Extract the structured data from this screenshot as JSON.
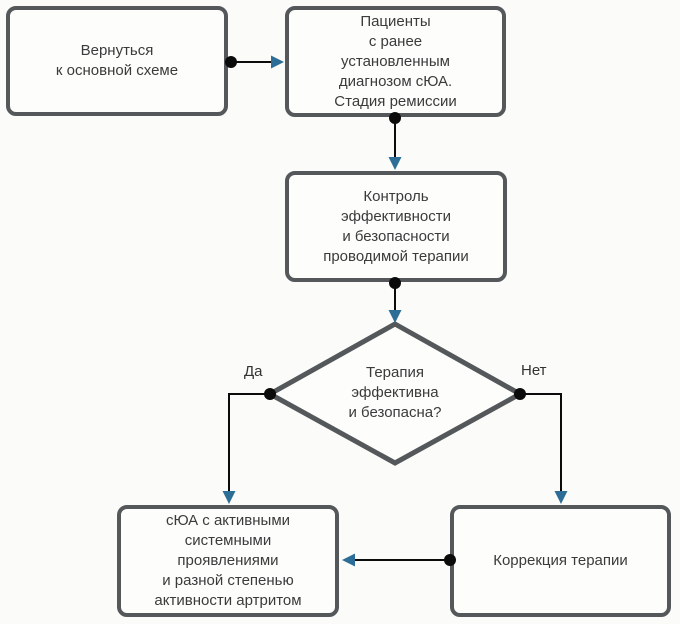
{
  "flowchart": {
    "nodes": {
      "return_to_main": {
        "label": "Вернуться\nк основной схеме"
      },
      "patients": {
        "label": "Пациенты\nс ранее\nустановленным\nдиагнозом сЮА.\nСтадия ремиссии"
      },
      "monitoring": {
        "label": "Контроль\nэффективности\nи безопасности\nпроводимой терапии"
      },
      "decision": {
        "label": "Терапия\nэффективна\nи безопасна?"
      },
      "active_sjia": {
        "label": "сЮА с активными\nсистемными\nпроявлениями\nи разной степенью\nактивности артритом"
      },
      "therapy_correction": {
        "label": "Коррекция терапии"
      }
    },
    "branch_labels": {
      "yes": "Да",
      "no": "Нет"
    },
    "colors": {
      "background": "#fbfcf9",
      "node_fill": "#fdfdfb",
      "node_border": "#54585a",
      "connector_line": "#0b0b0b",
      "junction_dot": "#0b0b0b",
      "arrowhead": "#2d6e96",
      "text": "#3b3b3b"
    }
  }
}
